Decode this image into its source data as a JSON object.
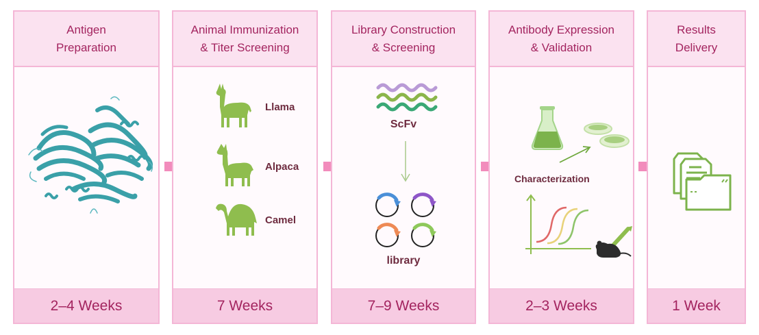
{
  "colors": {
    "header_bg": "#fbe2f0",
    "footer_bg": "#f7cbe2",
    "border": "#f4b6d6",
    "title_text": "#a3245f",
    "label_text": "#6e2b3f",
    "arrow": "#f28cbc",
    "icon_green": "#8fbd4e",
    "protein_teal": "#3aa0a8"
  },
  "steps": [
    {
      "title_line1": "Antigen",
      "title_line2": "Preparation",
      "duration": "2–4 Weeks",
      "illustration": "protein-structure"
    },
    {
      "title_line1": "Animal Immunization",
      "title_line2": "& Titer Screening",
      "duration": "7 Weeks",
      "animals": [
        {
          "name": "Llama",
          "icon": "llama-icon"
        },
        {
          "name": "Alpaca",
          "icon": "alpaca-icon"
        },
        {
          "name": "Camel",
          "icon": "camel-icon"
        }
      ]
    },
    {
      "title_line1": "Library Construction",
      "title_line2": "& Screening",
      "duration": "7–9 Weeks",
      "top_label": "ScFv",
      "bottom_label": "library",
      "plasmid_colors": [
        "#4a8fd8",
        "#8e56c8",
        "#ee8a55",
        "#8ec85a"
      ]
    },
    {
      "title_line1": "Antibody Expression",
      "title_line2": "& Validation",
      "duration": "2–3 Weeks",
      "center_label": "Characterization",
      "curve_colors": [
        "#e06868",
        "#e8d27a",
        "#8ec46a"
      ]
    },
    {
      "title_line1": "Results",
      "title_line2": "Delivery",
      "duration": "1 Week",
      "illustration": "documents-folder"
    }
  ]
}
